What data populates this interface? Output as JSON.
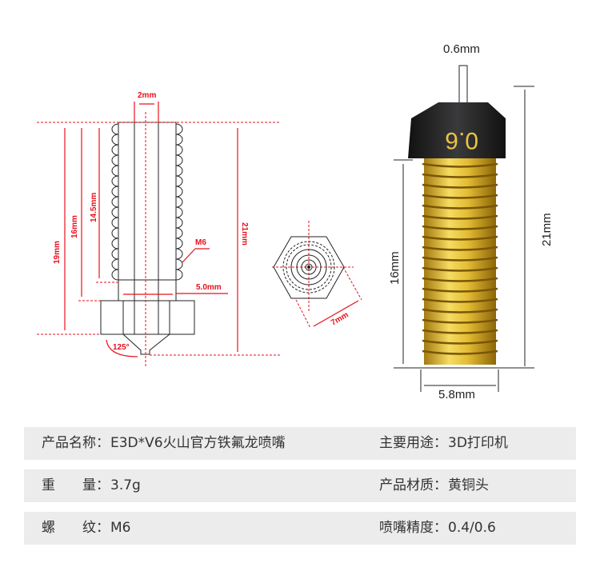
{
  "drawing": {
    "inner_diameter": "2mm",
    "height_14_5": "14.5mm",
    "height_16": "16mm",
    "height_19": "19mm",
    "height_21": "21mm",
    "thread": "M6",
    "neck_width": "5.0mm",
    "tip_angle": "125°",
    "hex_width": "7mm"
  },
  "photo": {
    "nozzle_marking": "0.6",
    "orifice": "0.6mm",
    "thread_length": "16mm",
    "total_length": "21mm",
    "thread_width": "5.8mm"
  },
  "specs": [
    {
      "left_label": "产品名称：",
      "left_value": "E3D*V6火山官方铁氟龙喷嘴",
      "right_label": "主要用途：",
      "right_value": "3D打印机"
    },
    {
      "left_label": "重　　量：",
      "left_value": "3.7g",
      "right_label": "产品材质：",
      "right_value": "黄铜头"
    },
    {
      "left_label": "螺　　纹：",
      "left_value": "M6",
      "right_label": "喷嘴精度：",
      "right_value": "0.4/0.6"
    }
  ],
  "colors": {
    "dimension": "#e8101c",
    "brass": "#d9b02a",
    "head": "#1d1d1f",
    "row_bg": "#ececec"
  }
}
